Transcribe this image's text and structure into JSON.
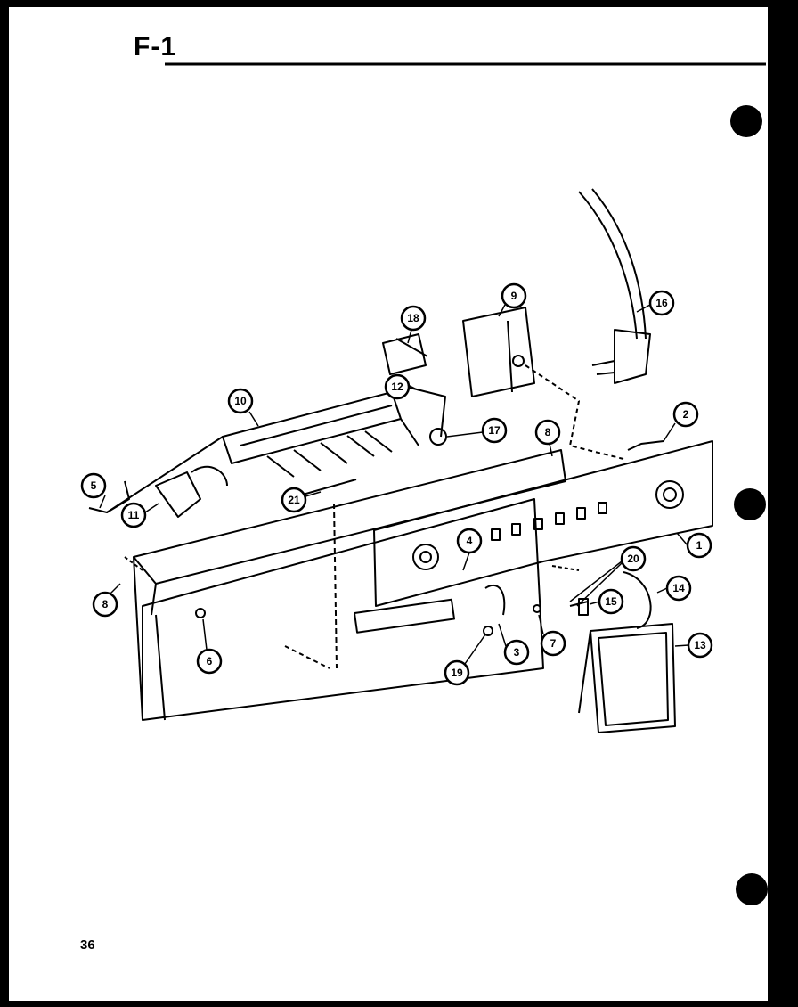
{
  "page": {
    "title": "F-1",
    "page_number": "36"
  },
  "callouts": [
    {
      "label": "1"
    },
    {
      "label": "2"
    },
    {
      "label": "3"
    },
    {
      "label": "4"
    },
    {
      "label": "5"
    },
    {
      "label": "6"
    },
    {
      "label": "7"
    },
    {
      "label": "8"
    },
    {
      "label": "8"
    },
    {
      "label": "9"
    },
    {
      "label": "10"
    },
    {
      "label": "11"
    },
    {
      "label": "12"
    },
    {
      "label": "13"
    },
    {
      "label": "14"
    },
    {
      "label": "15"
    },
    {
      "label": "16"
    },
    {
      "label": "17"
    },
    {
      "label": "18"
    },
    {
      "label": "19"
    },
    {
      "label": "20"
    },
    {
      "label": "21"
    }
  ]
}
